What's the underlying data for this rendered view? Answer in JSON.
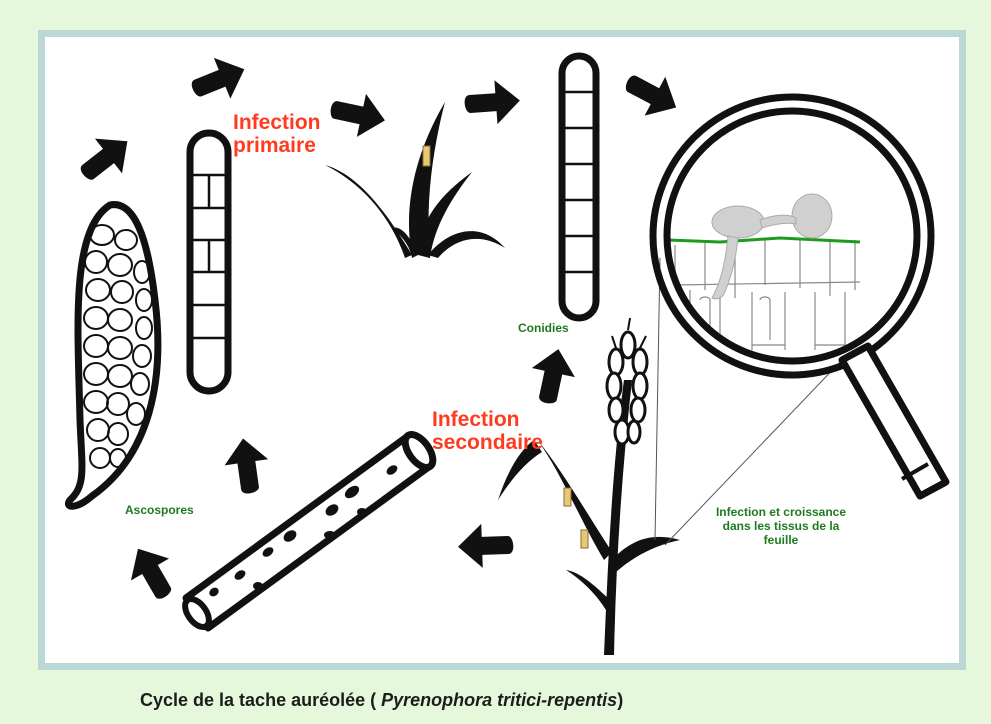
{
  "labels": {
    "infection_primaire_1": "Infection",
    "infection_primaire_2": "primaire",
    "infection_secondaire_1": "Infection",
    "infection_secondaire_2": "secondaire",
    "conidies": "Conidies",
    "ascospores": "Ascospores",
    "infection_tissus_1": "Infection et croissance",
    "infection_tissus_2": "dans les tissus  de la",
    "infection_tissus_3": "feuille"
  },
  "caption": {
    "prefix": "Cycle de la tache auréolée ( ",
    "species": "Pyrenophora tritici-repentis",
    "suffix": ")"
  },
  "colors": {
    "background": "#e6f8dc",
    "frame": "#bcd8d6",
    "red_label": "#ff3b1f",
    "green_label": "#1f7a1f",
    "leaf_surface": "#1e9a1e",
    "lesion": "#e6c878"
  }
}
